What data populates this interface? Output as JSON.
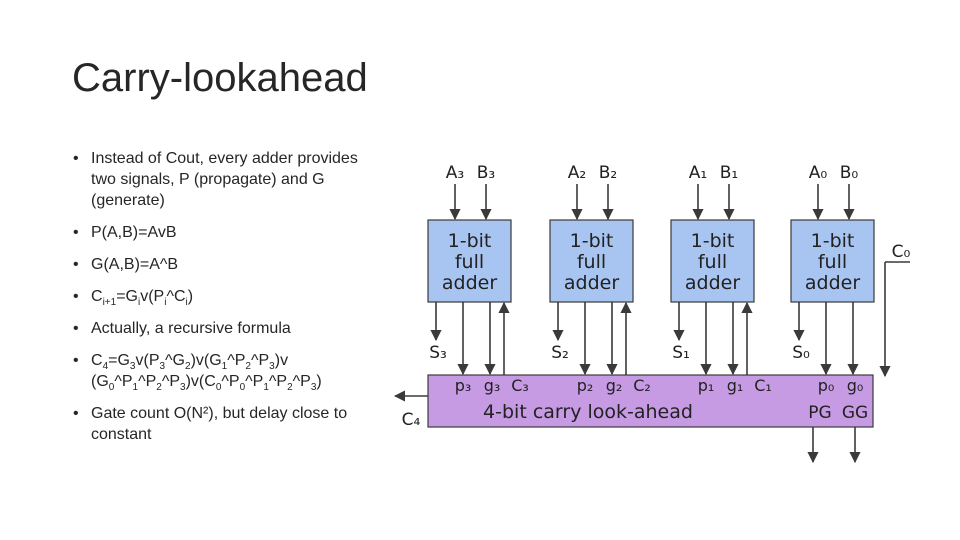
{
  "slide": {
    "title": "Carry-lookahead"
  },
  "bullets": {
    "b1_text": "Instead of Cout, every adder provides two signals, P (propagate) and G (generate)",
    "b2_text": "P(A,B)=AvB",
    "b3_text": "G(A,B)=A^B",
    "b4": {
      "c": "C",
      "c_sub": "i+1",
      "eq": "=G",
      "g_sub": "i",
      "mid": "v(P",
      "p_sub": "i",
      "caret": "^C",
      "c2_sub": "i",
      "end": ")"
    },
    "b5_text": "Actually, a recursive formula",
    "b6": {
      "line1": [
        {
          "t": "C"
        },
        {
          "s": "4"
        },
        {
          "t": "=G"
        },
        {
          "s": "3"
        },
        {
          "t": "v(P"
        },
        {
          "s": "3"
        },
        {
          "t": "^G"
        },
        {
          "s": "2"
        },
        {
          "t": ")v(G"
        },
        {
          "s": "1"
        },
        {
          "t": "^P"
        },
        {
          "s": "2"
        },
        {
          "t": "^P"
        },
        {
          "s": "3"
        },
        {
          "t": ")v"
        }
      ],
      "line2": [
        {
          "t": "(G"
        },
        {
          "s": "0"
        },
        {
          "t": "^P"
        },
        {
          "s": "1"
        },
        {
          "t": "^P"
        },
        {
          "s": "2"
        },
        {
          "t": "^P"
        },
        {
          "s": "3"
        },
        {
          "t": ")v(C"
        },
        {
          "s": "0"
        },
        {
          "t": "^P"
        },
        {
          "s": "0"
        },
        {
          "t": "^P"
        },
        {
          "s": "1"
        },
        {
          "t": "^P"
        },
        {
          "s": "2"
        },
        {
          "t": "^P"
        },
        {
          "s": "3"
        },
        {
          "t": ")"
        }
      ]
    },
    "b7_text": "Gate count O(N²), but delay close to constant"
  },
  "diagram": {
    "colors": {
      "adder_fill": "#a8c4f0",
      "cla_fill": "#c79ae4",
      "stroke": "#3a3a3a"
    },
    "adders": [
      {
        "a": "A₃",
        "b": "B₃",
        "label1": "1-bit",
        "label2": "full",
        "label3": "adder",
        "s": "S₃",
        "p": "p₃",
        "g": "g₃"
      },
      {
        "a": "A₂",
        "b": "B₂",
        "label1": "1-bit",
        "label2": "full",
        "label3": "adder",
        "s": "S₂",
        "p": "p₂",
        "g": "g₂"
      },
      {
        "a": "A₁",
        "b": "B₁",
        "label1": "1-bit",
        "label2": "full",
        "label3": "adder",
        "s": "S₁",
        "p": "p₁",
        "g": "g₁"
      },
      {
        "a": "A₀",
        "b": "B₀",
        "label1": "1-bit",
        "label2": "full",
        "label3": "adder",
        "s": "S₀",
        "p": "p₀",
        "g": "g₀"
      }
    ],
    "carries": [
      "C₃",
      "C₂",
      "C₁"
    ],
    "c0": "C₀",
    "c4": "C₄",
    "cla_label": "4-bit carry look-ahead",
    "pg": "PG",
    "gg": "GG"
  }
}
